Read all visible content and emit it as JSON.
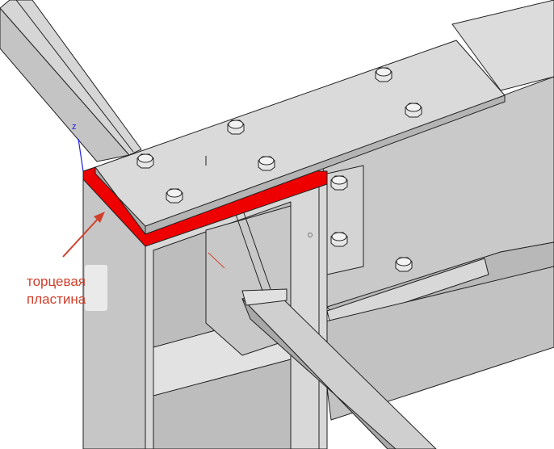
{
  "annotation": {
    "lines": [
      "торцевая",
      "пластина"
    ],
    "color": "#d0402c"
  },
  "axis": {
    "z_label": "z",
    "color": "#2020e0"
  },
  "highlight_color": "#ee0000"
}
